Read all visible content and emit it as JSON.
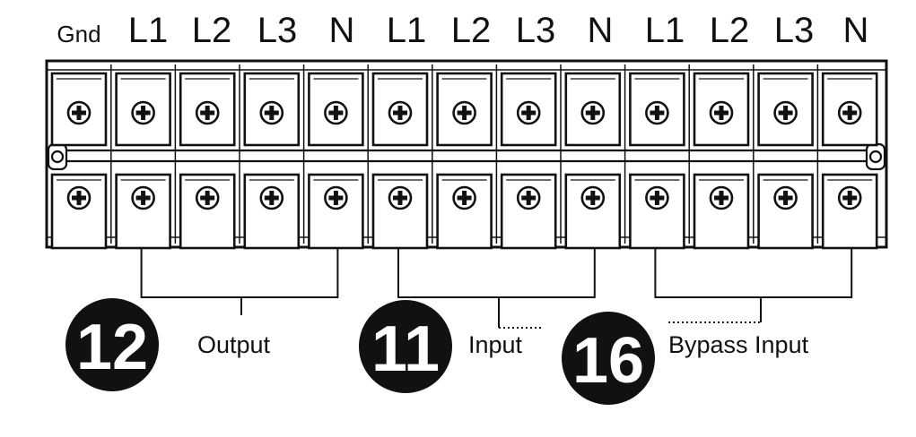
{
  "terminal_labels": [
    "Gnd",
    "L1",
    "L2",
    "L3",
    "N",
    "L1",
    "L2",
    "L3",
    "N",
    "L1",
    "L2",
    "L3",
    "N"
  ],
  "groups": [
    {
      "badge": "12",
      "label": "Output"
    },
    {
      "badge": "11",
      "label": "Input"
    },
    {
      "badge": "16",
      "label": "Bypass Input"
    }
  ],
  "colors": {
    "ink": "#111111",
    "paper": "#ffffff"
  },
  "icons": {
    "screw": "screw-head-icon",
    "mount": "mounting-hole-icon"
  }
}
